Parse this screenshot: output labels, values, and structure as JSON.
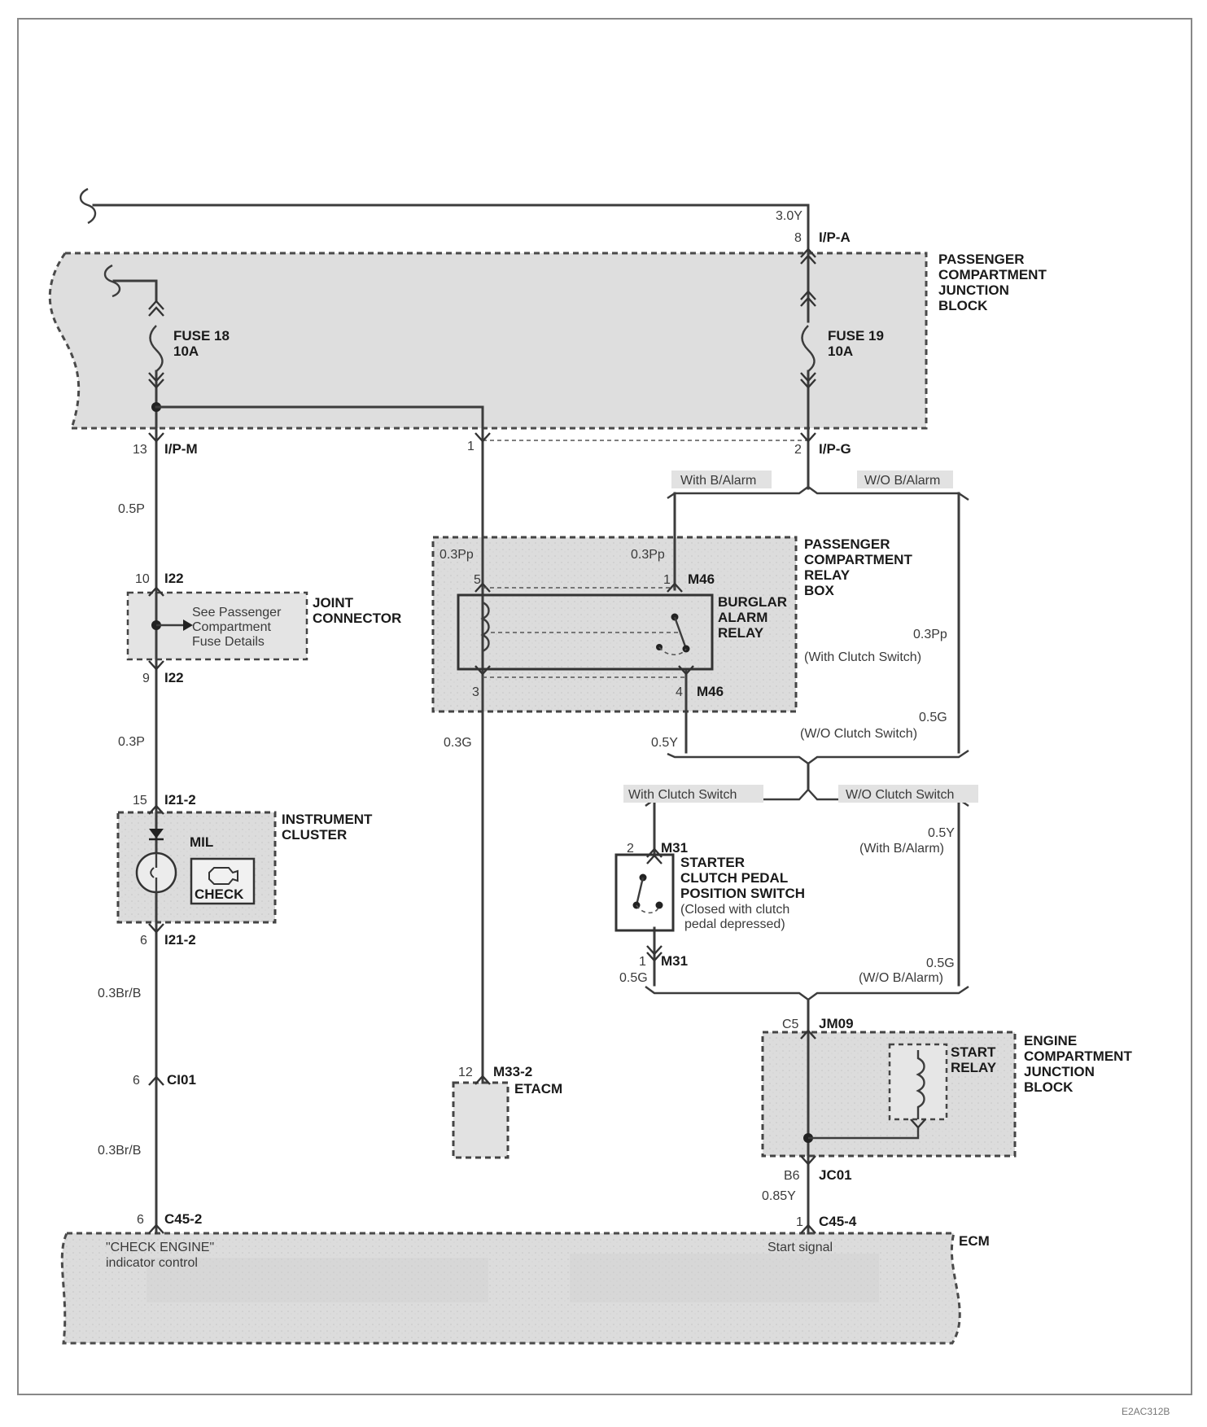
{
  "diagram_code": "E2AC312B",
  "wires": {
    "w_top": "3.0Y",
    "w_fuse18_down": "0.5P",
    "w_joint_down": "0.3P",
    "w_cluster_down": "0.3Br/B",
    "w_ci01_down": "0.3Br/B",
    "w_relay_left": "0.3Pp",
    "w_relay_right": "0.3Pp",
    "w_relay_out": "0.3G",
    "w_relay_m46out": "0.5Y",
    "w_right_pp": "0.3Pp",
    "w_right_g": "0.5G",
    "w_clutch_right_y": "0.5Y",
    "w_clutch_right_g": "0.5G",
    "w_clutch_out": "0.5G",
    "w_jc01": "0.85Y"
  },
  "notes": {
    "with_clutch_switch_paren": "(With Clutch Switch)",
    "wo_clutch_switch_paren": "(W/O Clutch Switch)",
    "with_balarm_paren": "(With B/Alarm)",
    "wo_balarm_paren": "(W/O B/Alarm)"
  },
  "branch_tags": {
    "with_balarm": "With B/Alarm",
    "wo_balarm": "W/O B/Alarm",
    "with_clutch": "With Clutch Switch",
    "wo_clutch": "W/O Clutch Switch"
  },
  "pins": {
    "ipa_pin": "8",
    "ipa": "I/P-A",
    "ipm_pin": "13",
    "ipm": "I/P-M",
    "ipg_left_pin": "1",
    "ipg_pin": "2",
    "ipg": "I/P-G",
    "i22_top_pin": "10",
    "i22_top": "I22",
    "i22_bot_pin": "9",
    "i22_bot": "I22",
    "i212_top_pin": "15",
    "i212_top": "I21-2",
    "i212_bot_pin": "6",
    "i212_bot": "I21-2",
    "ci01_pin": "6",
    "ci01": "CI01",
    "c452_pin": "6",
    "c452": "C45-2",
    "m46_5": "5",
    "m46_1": "1",
    "m46_top": "M46",
    "m46_3": "3",
    "m46_4": "4",
    "m46_bot": "M46",
    "m332_pin": "12",
    "m332": "M33-2",
    "m31_top_pin": "2",
    "m31_top": "M31",
    "m31_bot_pin": "1",
    "m31_bot": "M31",
    "jm09_pin": "C5",
    "jm09": "JM09",
    "jc01_pin": "B6",
    "jc01": "JC01",
    "c454_pin": "1",
    "c454": "C45-4"
  },
  "components": {
    "pcjb": [
      "PASSENGER",
      "COMPARTMENT",
      "JUNCTION",
      "BLOCK"
    ],
    "fuse18": [
      "FUSE 18",
      "10A"
    ],
    "fuse19": [
      "FUSE 19",
      "10A"
    ],
    "joint": [
      "JOINT",
      "CONNECTOR"
    ],
    "joint_note": [
      "See Passenger",
      "Compartment",
      "Fuse Details"
    ],
    "cluster": [
      "INSTRUMENT",
      "CLUSTER"
    ],
    "mil": "MIL",
    "check": "CHECK",
    "pcrb": [
      "PASSENGER",
      "COMPARTMENT",
      "RELAY",
      "BOX"
    ],
    "burglar": [
      "BURGLAR",
      "ALARM",
      "RELAY"
    ],
    "etacm": "ETACM",
    "starter": [
      "STARTER",
      "CLUTCH PEDAL",
      "POSITION SWITCH"
    ],
    "starter_note": [
      "(Closed with clutch",
      "pedal depressed)"
    ],
    "ecjb": [
      "ENGINE",
      "COMPARTMENT",
      "JUNCTION",
      "BLOCK"
    ],
    "start_relay": [
      "START",
      "RELAY"
    ],
    "ecm": "ECM",
    "ecm_left": [
      "\"CHECK ENGINE\"",
      "indicator control"
    ],
    "ecm_right": "Start signal"
  }
}
